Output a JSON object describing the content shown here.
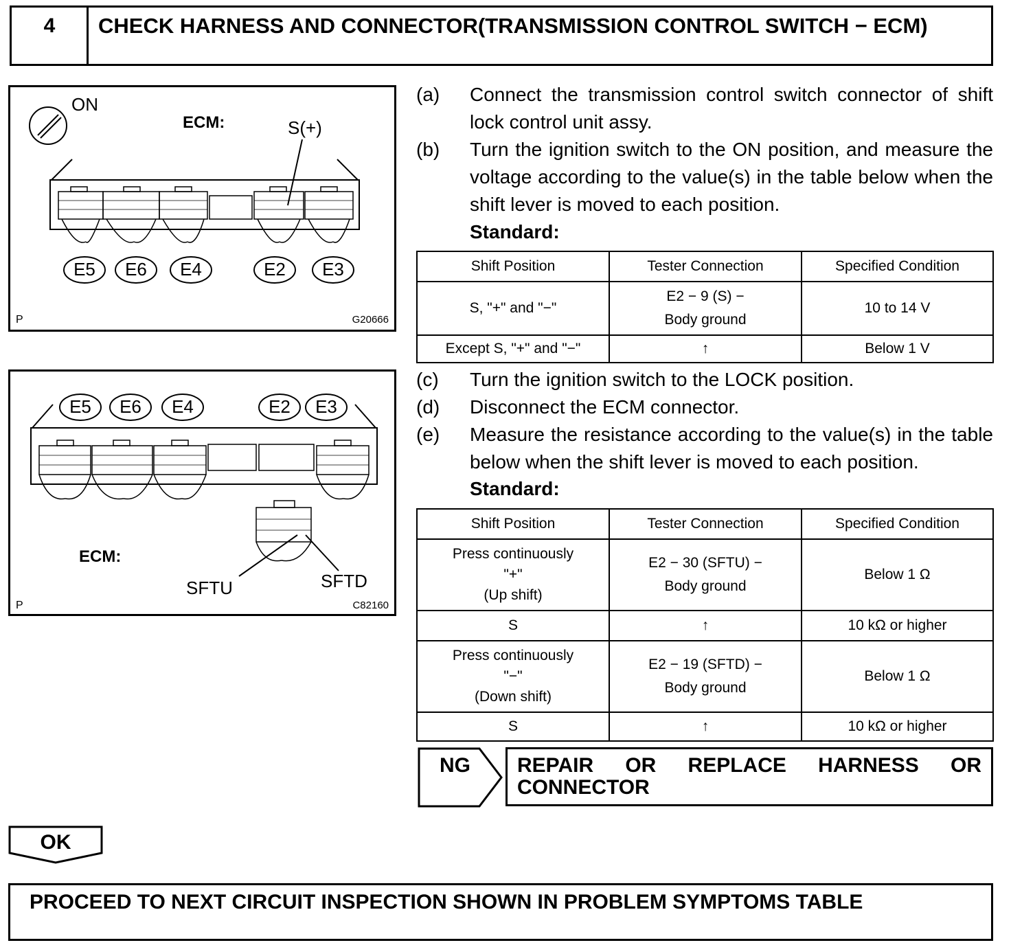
{
  "header": {
    "step_number": "4",
    "title": "CHECK HARNESS AND CONNECTOR(TRANSMISSION CONTROL SWITCH − ECM)"
  },
  "figure1": {
    "ign_label": "ON",
    "ecm_label": "ECM:",
    "pin_label": "S(+)",
    "connectors": [
      "E5",
      "E6",
      "E4",
      "E2",
      "E3"
    ],
    "corner_left": "P",
    "code": "G20666"
  },
  "figure2": {
    "connectors": [
      "E5",
      "E6",
      "E4",
      "E2",
      "E3"
    ],
    "ecm_label": "ECM:",
    "pin_left": "SFTU",
    "pin_right": "SFTD",
    "corner_left": "P",
    "code": "C82160"
  },
  "steps": [
    {
      "label": "(a)",
      "text": "Connect the transmission control switch connector of shift lock control unit assy."
    },
    {
      "label": "(b)",
      "text": "Turn the ignition switch to the ON position, and measure the voltage according to the value(s) in the table below when the shift lever is moved to each position."
    },
    {
      "label": "(c)",
      "text": "Turn the ignition switch to the LOCK position."
    },
    {
      "label": "(d)",
      "text": "Disconnect the ECM connector."
    },
    {
      "label": "(e)",
      "text": "Measure the resistance according to the value(s) in the table below when the shift lever is moved to each position."
    }
  ],
  "standard_label": "Standard:",
  "table1": {
    "headers": [
      "Shift Position",
      "Tester Connection",
      "Specified Condition"
    ],
    "rows": [
      [
        "S, \"+\" and \"−\"",
        "E2 − 9 (S) −\nBody ground",
        "10 to 14 V"
      ],
      [
        "Except S, \"+\" and \"−\"",
        "↑",
        "Below 1 V"
      ]
    ]
  },
  "table2": {
    "headers": [
      "Shift Position",
      "Tester Connection",
      "Specified Condition"
    ],
    "rows": [
      [
        "Press continuously\n\"+\"\n(Up shift)",
        "E2 − 30 (SFTU) −\nBody ground",
        "Below 1 Ω"
      ],
      [
        "S",
        "↑",
        "10 kΩ or higher"
      ],
      [
        "Press continuously\n\"−\"\n(Down shift)",
        "E2 − 19 (SFTD) −\nBody ground",
        "Below 1 Ω"
      ],
      [
        "S",
        "↑",
        "10 kΩ or higher"
      ]
    ]
  },
  "ng": {
    "label": "NG",
    "action": "REPAIR OR REPLACE HARNESS OR CONNECTOR"
  },
  "ok": {
    "label": "OK"
  },
  "final": {
    "text": "PROCEED TO NEXT CIRCUIT INSPECTION SHOWN IN PROBLEM SYMPTOMS TABLE"
  }
}
